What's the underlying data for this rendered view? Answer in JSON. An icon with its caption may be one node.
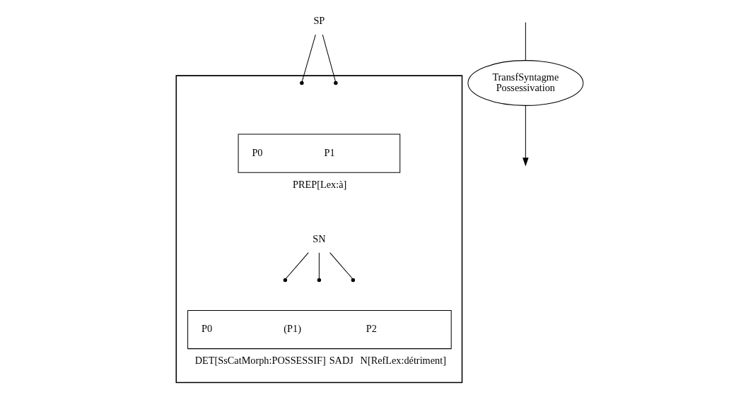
{
  "diagram": {
    "nodes": [
      {
        "text": [],
        "shape": "box"
      },
      {
        "text": [
          "SP"
        ]
      },
      {
        "text": [],
        "shape": "circle",
        "in": 0
      },
      {
        "text": [],
        "shape": "circle",
        "in": 0
      },
      {
        "text": [
          "P0",
          "P1"
        ],
        "beside": [
          "PREP[Lex:à]"
        ],
        "in": 0
      },
      {
        "text": [
          "SN"
        ],
        "in": 0
      },
      {
        "text": [],
        "shape": "circle",
        "in": 0
      },
      {
        "text": [],
        "shape": "circle",
        "in": 0
      },
      {
        "text": [],
        "shape": "circle",
        "in": 0
      },
      {
        "text": [
          "P0",
          "(P1)",
          "P2"
        ],
        "beside": [
          "DET[SsCatMorph:POSSESSIF]",
          "SADJ",
          "N[RefLex:détriment]"
        ],
        "in": 0
      },
      {
        "text": [
          "TransfSyntagme",
          "Possessivation"
        ]
      }
    ],
    "edges": [
      {
        "from": 1,
        "to": 2,
        "arrow": "none"
      },
      {
        "from": 1,
        "to": 3,
        "arrow": "none"
      },
      {
        "from": 5,
        "to": 6,
        "arrow": "none"
      },
      {
        "from": 5,
        "to": 7,
        "arrow": "none"
      },
      {
        "from": 5,
        "to": 8,
        "arrow": "none"
      },
      {
        "from": 10,
        "to": null,
        "arrow": "to"
      },
      {
        "from": null,
        "to": 10,
        "arrow": "none"
      }
    ]
  }
}
